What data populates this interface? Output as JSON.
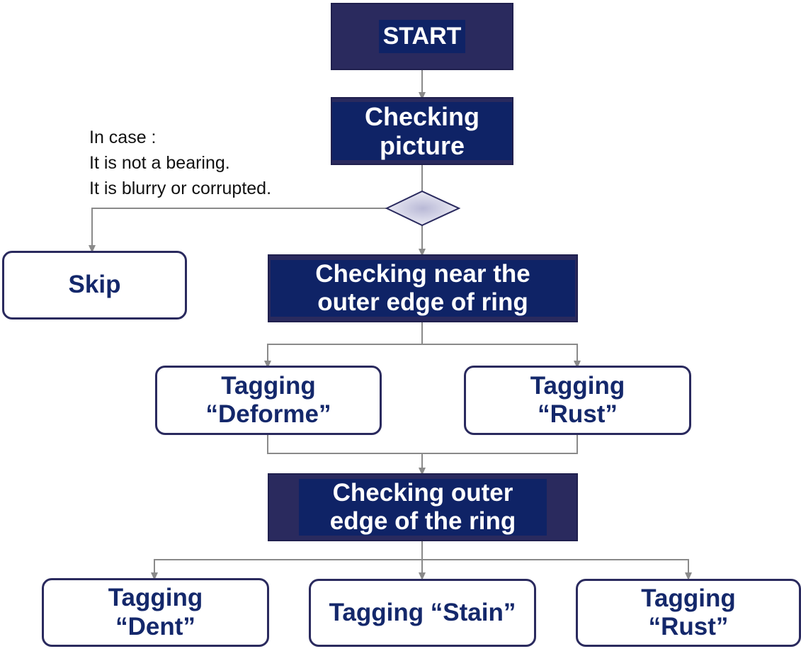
{
  "nodes": {
    "start": {
      "lines": [
        "START"
      ]
    },
    "checking_picture": {
      "lines": [
        "Checking",
        "picture"
      ]
    },
    "skip": {
      "lines": [
        "Skip"
      ]
    },
    "checking_near_outer_edge": {
      "lines": [
        "Checking near the",
        "outer edge of ring"
      ]
    },
    "tag_deforme": {
      "lines": [
        "Tagging",
        "“Deforme”"
      ]
    },
    "tag_rust_1": {
      "lines": [
        "Tagging",
        "“Rust”"
      ]
    },
    "checking_outer_edge": {
      "lines": [
        "Checking outer",
        "edge of the ring"
      ]
    },
    "tag_dent": {
      "lines": [
        "Tagging",
        "“Dent”"
      ]
    },
    "tag_stain": {
      "lines": [
        "Tagging “Stain”"
      ]
    },
    "tag_rust_2": {
      "lines": [
        "Tagging",
        "“Rust”"
      ]
    }
  },
  "skip_condition": {
    "lines": [
      "In case :",
      "It is not a bearing.",
      "It is blurry or corrupted."
    ]
  },
  "colors": {
    "dark_box": "#2a2a5e",
    "dark_inner": "#0f2366",
    "light_text": "#14286b",
    "connector": "#8a8a8a"
  }
}
